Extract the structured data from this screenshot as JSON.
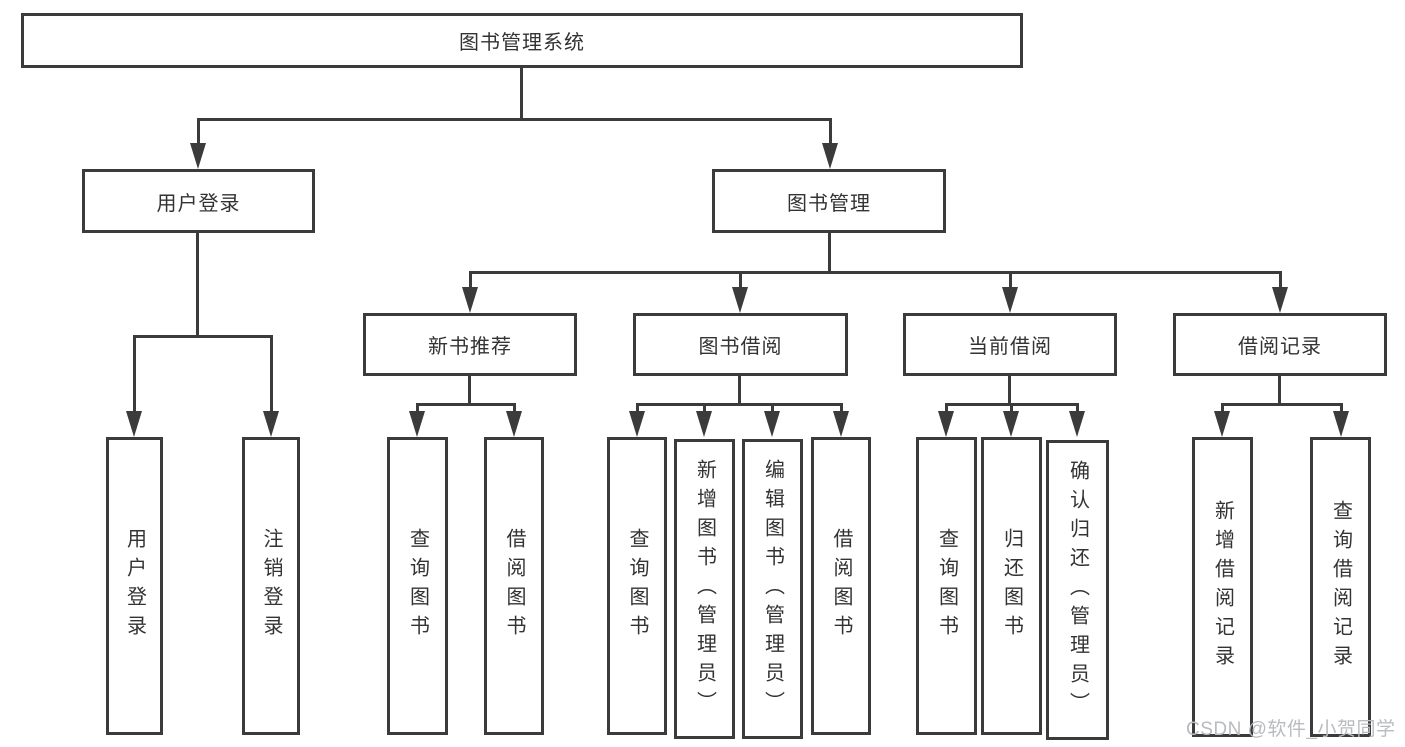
{
  "tree": {
    "label": "图书管理系统",
    "children": [
      {
        "label": "用户登录",
        "children": [
          {
            "label": "用户登录"
          },
          {
            "label": "注销登录"
          }
        ]
      },
      {
        "label": "图书管理",
        "children": [
          {
            "label": "新书推荐",
            "children": [
              {
                "label": "查询图书"
              },
              {
                "label": "借阅图书"
              }
            ]
          },
          {
            "label": "图书借阅",
            "children": [
              {
                "label": "查询图书"
              },
              {
                "label": "新增图书（管理员）"
              },
              {
                "label": "编辑图书（管理员）"
              },
              {
                "label": "借阅图书"
              }
            ]
          },
          {
            "label": "当前借阅",
            "children": [
              {
                "label": "查询图书"
              },
              {
                "label": "归还图书"
              },
              {
                "label": "确认归还（管理员）"
              }
            ]
          },
          {
            "label": "借阅记录",
            "children": [
              {
                "label": "新增借阅记录"
              },
              {
                "label": "查询借阅记录"
              }
            ]
          }
        ]
      }
    ]
  },
  "watermark": "CSDN @软件_小贺同学",
  "colors": {
    "line": "#3b3b3b",
    "text": "#333333",
    "background": "#ffffff",
    "watermark": "#b9bbbf"
  }
}
